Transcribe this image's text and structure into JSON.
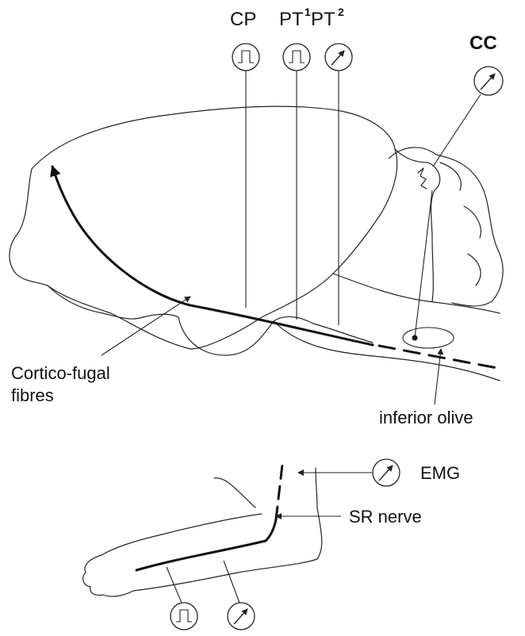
{
  "labels": {
    "cp": "CP",
    "pt1_base": "PT",
    "pt1_sup": "1",
    "pt2_base": "PT",
    "pt2_sup": "2",
    "cc": "CC",
    "cortico_line1": "Cortico-fugal",
    "cortico_line2": "fibres",
    "inferior_olive": "inferior olive",
    "emg": "EMG",
    "sr_nerve": "SR nerve"
  },
  "icons": {
    "stimulator": "pulse-stimulator-icon",
    "recorder": "recording-electrode-icon"
  }
}
